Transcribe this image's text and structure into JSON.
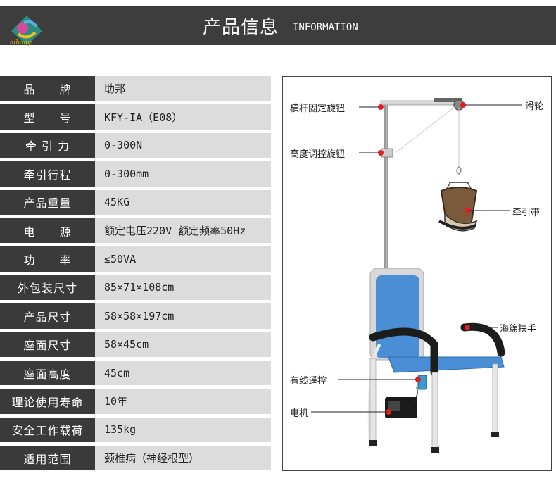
{
  "header": {
    "logo_text": "aibaoyi",
    "title": "产品信息",
    "subtitle": "INFORMATION"
  },
  "specs": [
    {
      "key": "品　　牌",
      "value": "助邦"
    },
    {
      "key": "型　　号",
      "value": "KFY-IA（E08）"
    },
    {
      "key": "牵 引 力",
      "value": "0-300N"
    },
    {
      "key": "牵引行程",
      "value": "0-300mm"
    },
    {
      "key": "产品重量",
      "value": "45KG"
    },
    {
      "key": "电　　源",
      "value": "额定电压220V 额定频率50Hz"
    },
    {
      "key": "功　　率",
      "value": "≤50VA"
    },
    {
      "key": "外包装尺寸",
      "value": "85×71×108cm"
    },
    {
      "key": "产品尺寸",
      "value": "58×58×197cm"
    },
    {
      "key": "座面尺寸",
      "value": "58×45cm"
    },
    {
      "key": "座面高度",
      "value": "45cm"
    },
    {
      "key": "理论使用寿命",
      "value": "10年"
    },
    {
      "key": "安全工作载荷",
      "value": "135kg"
    },
    {
      "key": "适用范围",
      "value": "颈椎病（神经根型）"
    }
  ],
  "callouts": {
    "crossbar_knob": "横杆固定旋钮",
    "pulley": "滑轮",
    "height_knob": "高度调控旋钮",
    "traction_belt": "牵引带",
    "armrest": "海绵扶手",
    "remote": "有线遥控",
    "motor": "电机"
  },
  "colors": {
    "header_bg": "#3d3d3d",
    "key_bg": "#3a3a3a",
    "value_bg": "#dcdcdc",
    "chair_blue": "#4a8fd6",
    "marker_red": "#e02020"
  }
}
